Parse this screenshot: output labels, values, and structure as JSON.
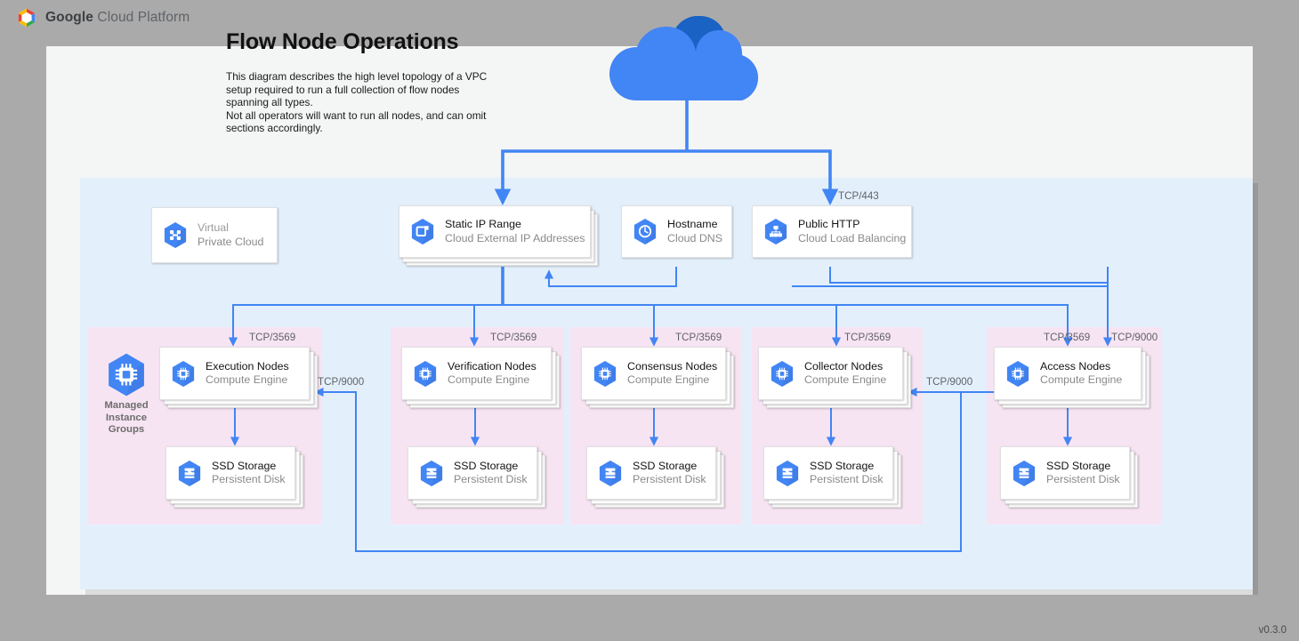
{
  "brand": {
    "name_bold": "Google",
    "name_rest": " Cloud Platform",
    "logo_icon": "google-cloud-hexagon-logo"
  },
  "diagram": {
    "title": "Flow Node Operations",
    "description": "This diagram describes the high level topology of a VPC setup required to run a full collection of flow nodes spanning all types.\nNot all operators will want to run all nodes, and can omit sections accordingly.",
    "version": "v0.3.0",
    "colors": {
      "canvas": "#f4f5f5",
      "vpc_pane": "#e3f0fc",
      "group_pane": "#f7e4f3",
      "connector": "#4285f4",
      "icon_blue": "#4285f4",
      "cloud_fill": "#4285f4",
      "cloud_shadow": "#1a62c4",
      "header_bg": "#aaaaaa",
      "label_text": "#5f6368"
    }
  },
  "internet": {
    "icon": "cloud-icon",
    "label": ""
  },
  "edge_nodes": [
    {
      "id": "vpc",
      "title": "Virtual",
      "subtitle": "Private Cloud",
      "icon": "virtual-private-cloud-icon",
      "muted": true,
      "stacked": false
    },
    {
      "id": "static-ip",
      "title": "Static IP Range",
      "subtitle": "Cloud External IP Addresses",
      "icon": "external-ip-icon",
      "muted": false,
      "stacked": true
    },
    {
      "id": "hostname",
      "title": "Hostname",
      "subtitle": "Cloud DNS",
      "icon": "cloud-dns-icon",
      "muted": false,
      "stacked": false
    },
    {
      "id": "public-http",
      "title": "Public HTTP",
      "subtitle": "Cloud Load Balancing",
      "icon": "load-balancing-icon",
      "muted": false,
      "stacked": false
    }
  ],
  "managed_instance_groups": {
    "icon": "compute-engine-icon",
    "label": "Managed\nInstance\nGroups"
  },
  "node_groups": [
    {
      "id": "execution",
      "node": {
        "title": "Execution Nodes",
        "subtitle": "Compute Engine",
        "icon": "compute-engine-icon"
      },
      "storage": {
        "title": "SSD Storage",
        "subtitle": "Persistent Disk",
        "icon": "persistent-disk-icon"
      },
      "inbound_port": "TCP/3569",
      "extra_port": "TCP/9000"
    },
    {
      "id": "verification",
      "node": {
        "title": "Verification Nodes",
        "subtitle": "Compute Engine",
        "icon": "compute-engine-icon"
      },
      "storage": {
        "title": "SSD Storage",
        "subtitle": "Persistent Disk",
        "icon": "persistent-disk-icon"
      },
      "inbound_port": "TCP/3569",
      "extra_port": ""
    },
    {
      "id": "consensus",
      "node": {
        "title": "Consensus Nodes",
        "subtitle": "Compute Engine",
        "icon": "compute-engine-icon"
      },
      "storage": {
        "title": "SSD Storage",
        "subtitle": "Persistent Disk",
        "icon": "persistent-disk-icon"
      },
      "inbound_port": "TCP/3569",
      "extra_port": ""
    },
    {
      "id": "collector",
      "node": {
        "title": "Collector Nodes",
        "subtitle": "Compute Engine",
        "icon": "compute-engine-icon"
      },
      "storage": {
        "title": "SSD Storage",
        "subtitle": "Persistent Disk",
        "icon": "persistent-disk-icon"
      },
      "inbound_port": "TCP/3569",
      "extra_port": "TCP/9000"
    },
    {
      "id": "access",
      "node": {
        "title": "Access Nodes",
        "subtitle": "Compute Engine",
        "icon": "compute-engine-icon"
      },
      "storage": {
        "title": "SSD Storage",
        "subtitle": "Persistent Disk",
        "icon": "persistent-disk-icon"
      },
      "inbound_port": "TCP/3569",
      "extra_port": "TCP/9000"
    }
  ],
  "connection_labels": {
    "internet_to_lb": "TCP/443"
  }
}
